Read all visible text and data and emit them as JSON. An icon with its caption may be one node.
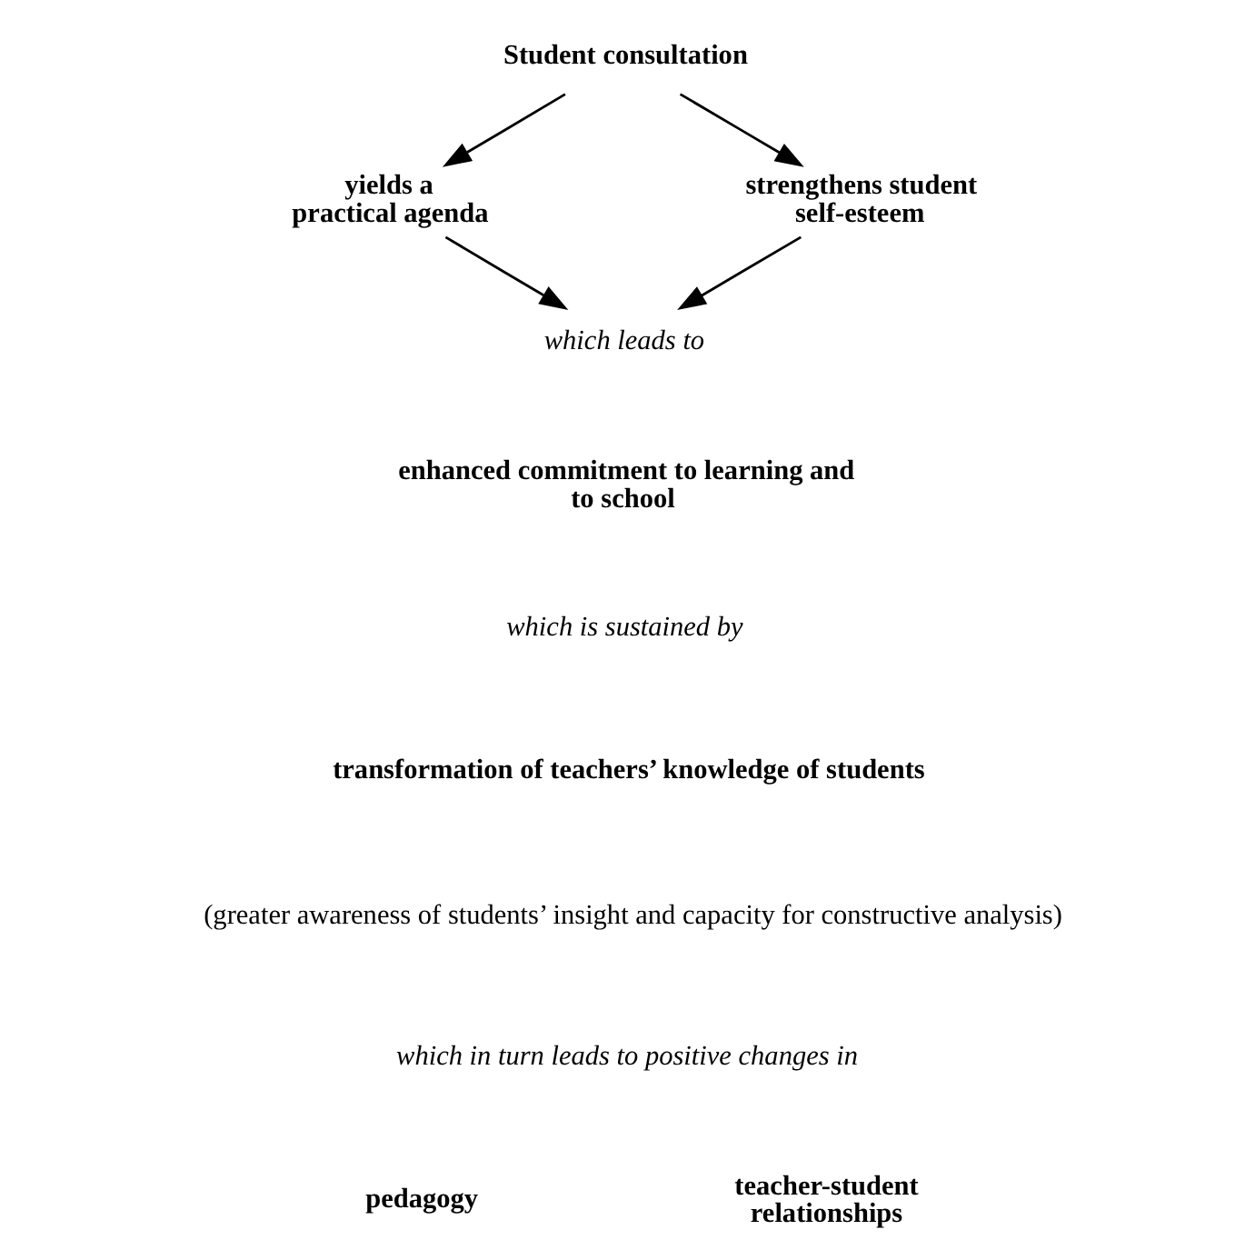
{
  "diagram": {
    "nodes": [
      {
        "text": [
          "Student consultation"
        ]
      },
      {
        "text": [
          "yields a practical agenda"
        ]
      },
      {
        "text": [
          "strengthens student self-esteem"
        ]
      },
      {
        "text": [
          "which leads to"
        ]
      }
    ],
    "edges": [
      {
        "from": 0,
        "to": 1,
        "arrow": "to"
      },
      {
        "from": 0,
        "to": 2,
        "arrow": "to"
      },
      {
        "from": 1,
        "to": 3,
        "arrow": "to"
      },
      {
        "from": 2,
        "to": 3,
        "arrow": "to"
      }
    ],
    "labels": [
      "enhanced commitment to learning and to school",
      "which is sustained by",
      "transformation of teachers’ knowledge of students",
      "(greater awareness of students’ insight and capacity for constructive analysis)",
      "which in turn leads to positive changes in",
      "pedagogy",
      "teacher-student relationships"
    ]
  }
}
